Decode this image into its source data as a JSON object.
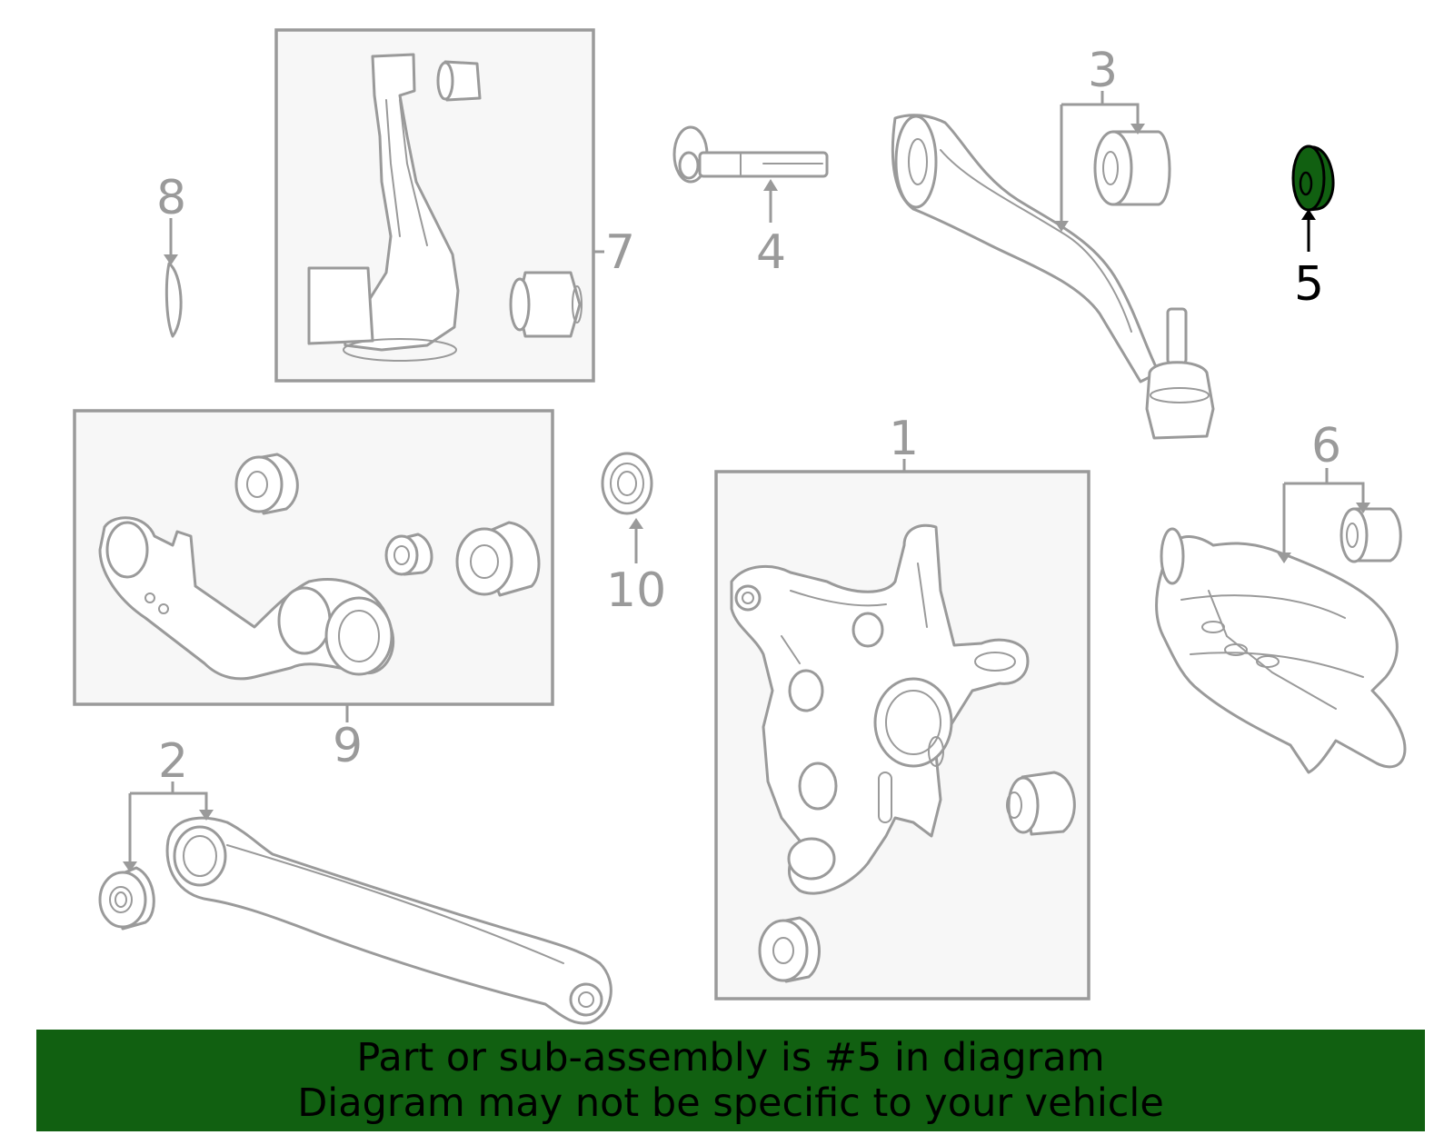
{
  "diagram": {
    "callouts": {
      "c1": "1",
      "c2": "2",
      "c3": "3",
      "c4": "4",
      "c5": "5",
      "c6": "6",
      "c7": "7",
      "c8": "8",
      "c9": "9",
      "c10": "10"
    },
    "highlight_part": "5",
    "colors": {
      "line_art": "#9a9a9a",
      "highlight_fill": "#116011",
      "banner_bg": "#116011",
      "box_bg": "#f7f7f7"
    }
  },
  "banner": {
    "line1": "Part or sub-assembly is #5 in diagram",
    "line2": "Diagram may not be specific to your vehicle"
  }
}
